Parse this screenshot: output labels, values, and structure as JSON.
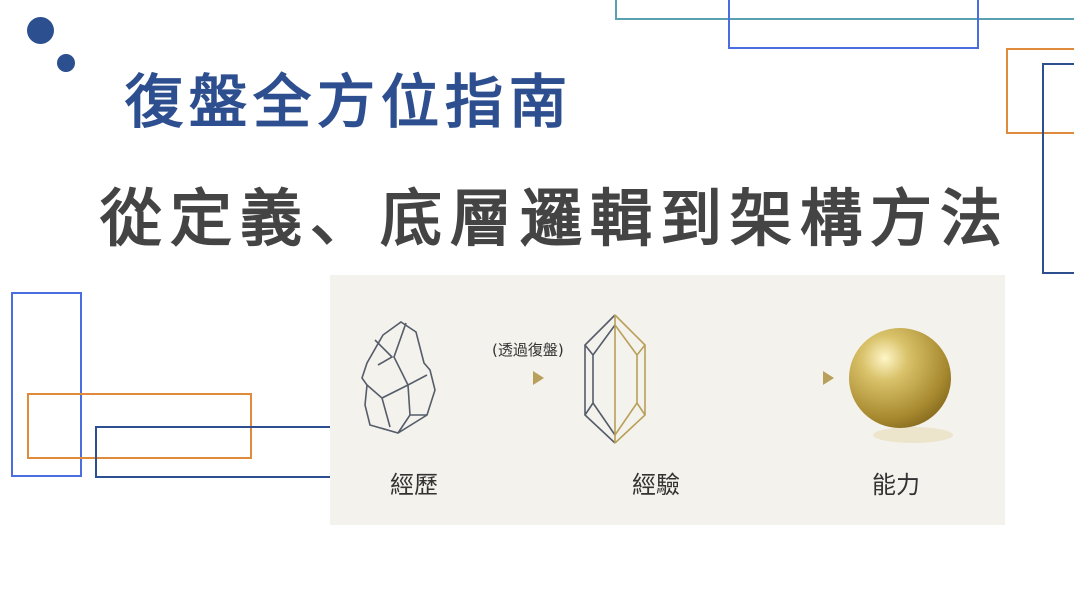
{
  "title": "復盤全方位指南",
  "subtitle": "從定義、底層邏輯到架構方法",
  "diagram": {
    "arrow_label": "(透過復盤)",
    "steps": [
      "經歷",
      "經驗",
      "能力"
    ]
  },
  "colors": {
    "title": "#2d4e8f",
    "subtitle": "#444444",
    "gold": "#b8a05a",
    "navy": "#3d4a66"
  }
}
